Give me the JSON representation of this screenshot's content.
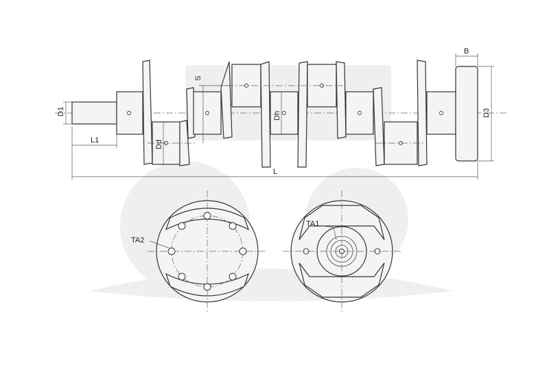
{
  "colors": {
    "line": "#333333",
    "fill": "#f4f4f4",
    "watermark": "#eeeeee"
  },
  "labels": {
    "b": "B",
    "s": "S",
    "d1": "D1",
    "l1": "L1",
    "dd": "Dd",
    "dh": "Dh",
    "l": "L",
    "d3": "D3",
    "ta1": "TA1",
    "ta2": "TA2"
  }
}
